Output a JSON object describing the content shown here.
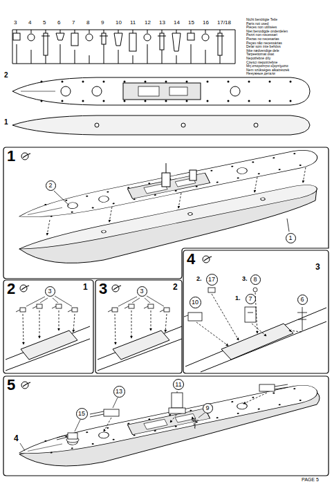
{
  "diagram": {
    "nodes": [
      {
        "text": [
          "1"
        ]
      },
      {
        "text": [
          "2"
        ],
        "in": 0
      },
      {
        "text": [
          "1"
        ],
        "in": 0
      },
      {
        "text": [
          "2"
        ]
      },
      {
        "text": [
          "3"
        ],
        "in": 3
      },
      {
        "text": [
          "3"
        ]
      },
      {
        "text": [
          "3"
        ],
        "in": 5
      },
      {
        "text": [
          "4"
        ]
      },
      {
        "text": [
          "17"
        ],
        "in": 7
      },
      {
        "text": [
          "8"
        ],
        "in": 7
      },
      {
        "text": [
          "10"
        ],
        "in": 7
      },
      {
        "text": [
          "7"
        ],
        "in": 7
      },
      {
        "text": [
          "6"
        ],
        "in": 7
      },
      {
        "text": [
          "5"
        ]
      },
      {
        "text": [
          "13"
        ],
        "in": 13
      },
      {
        "text": [
          "11"
        ],
        "in": 13
      },
      {
        "text": [
          "9"
        ],
        "in": 13
      },
      {
        "text": [
          "15"
        ],
        "in": 13
      }
    ],
    "labels": [
      "3",
      "4",
      "5",
      "6",
      "7",
      "8",
      "9",
      "10",
      "11",
      "12",
      "13",
      "14",
      "15",
      "16",
      "17/18",
      "2",
      "1",
      "Nicht benötigte Teile",
      "Parts not used",
      "Pièces non utilisées",
      "Niet benodigde onderdelen",
      "Pezzi non necessari",
      "Piezas no necesarias",
      "Peças não necessárias",
      "Delar som inte behövs",
      "Ikke nødvendige dele",
      "Tarpeettomat osat",
      "Nepotřebné díly",
      "Części niepotrzebne",
      "Μη απαραίτητα εξαρτήματα",
      "Nem szükséges alkatrészek",
      "Ненужные детали",
      "1",
      "2",
      "2.",
      "3.",
      "1.",
      "3",
      "4",
      "PAGE 5"
    ]
  }
}
